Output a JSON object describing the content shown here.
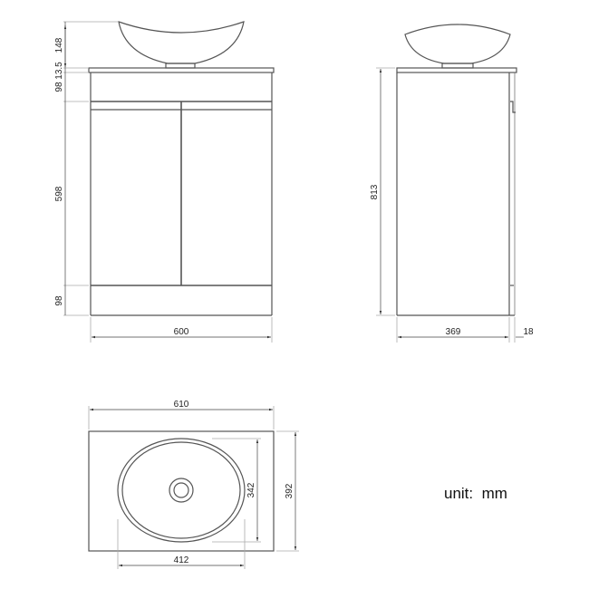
{
  "unit_label": "unit:  mm",
  "colors": {
    "outline": "#555555",
    "dimension": "#444444",
    "extension": "#aaaaaa",
    "background": "#ffffff"
  },
  "front_view": {
    "dimensions": {
      "basin_height": "148",
      "countertop_thickness": "13.5",
      "top_panel": "98",
      "door_height": "598",
      "plinth": "98",
      "width": "600"
    }
  },
  "side_view": {
    "dimensions": {
      "total_height": "813",
      "depth": "369",
      "door_thickness": "18"
    }
  },
  "top_view": {
    "dimensions": {
      "countertop_width": "610",
      "countertop_depth": "392",
      "basin_width": "412",
      "basin_depth": "342"
    }
  }
}
